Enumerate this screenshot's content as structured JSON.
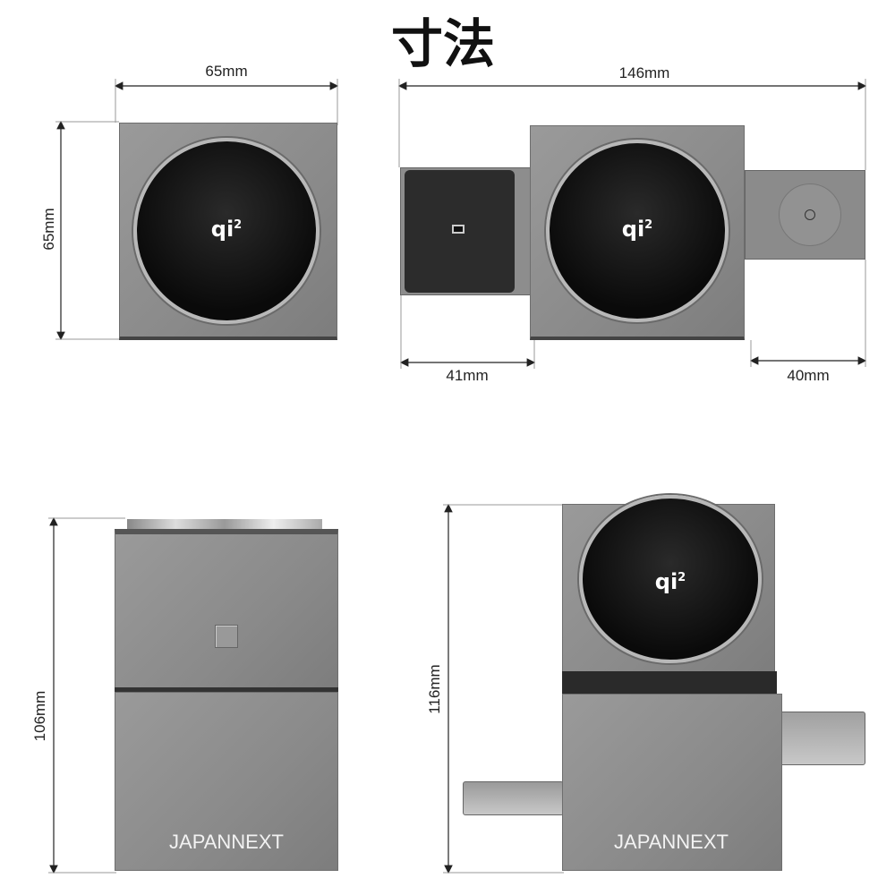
{
  "title": "寸法",
  "top_left_view": {
    "width_label": "65mm",
    "depth_label": "65mm",
    "logo": "qi2"
  },
  "top_right_view": {
    "total_width_label": "146mm",
    "left_pad_label": "41mm",
    "right_pad_label": "40mm",
    "logo": "qi2"
  },
  "front_view": {
    "height_label": "106mm",
    "brand": "JAPANNEXT"
  },
  "side_view": {
    "height_label": "116mm",
    "brand": "JAPANNEXT",
    "logo": "qi2"
  }
}
